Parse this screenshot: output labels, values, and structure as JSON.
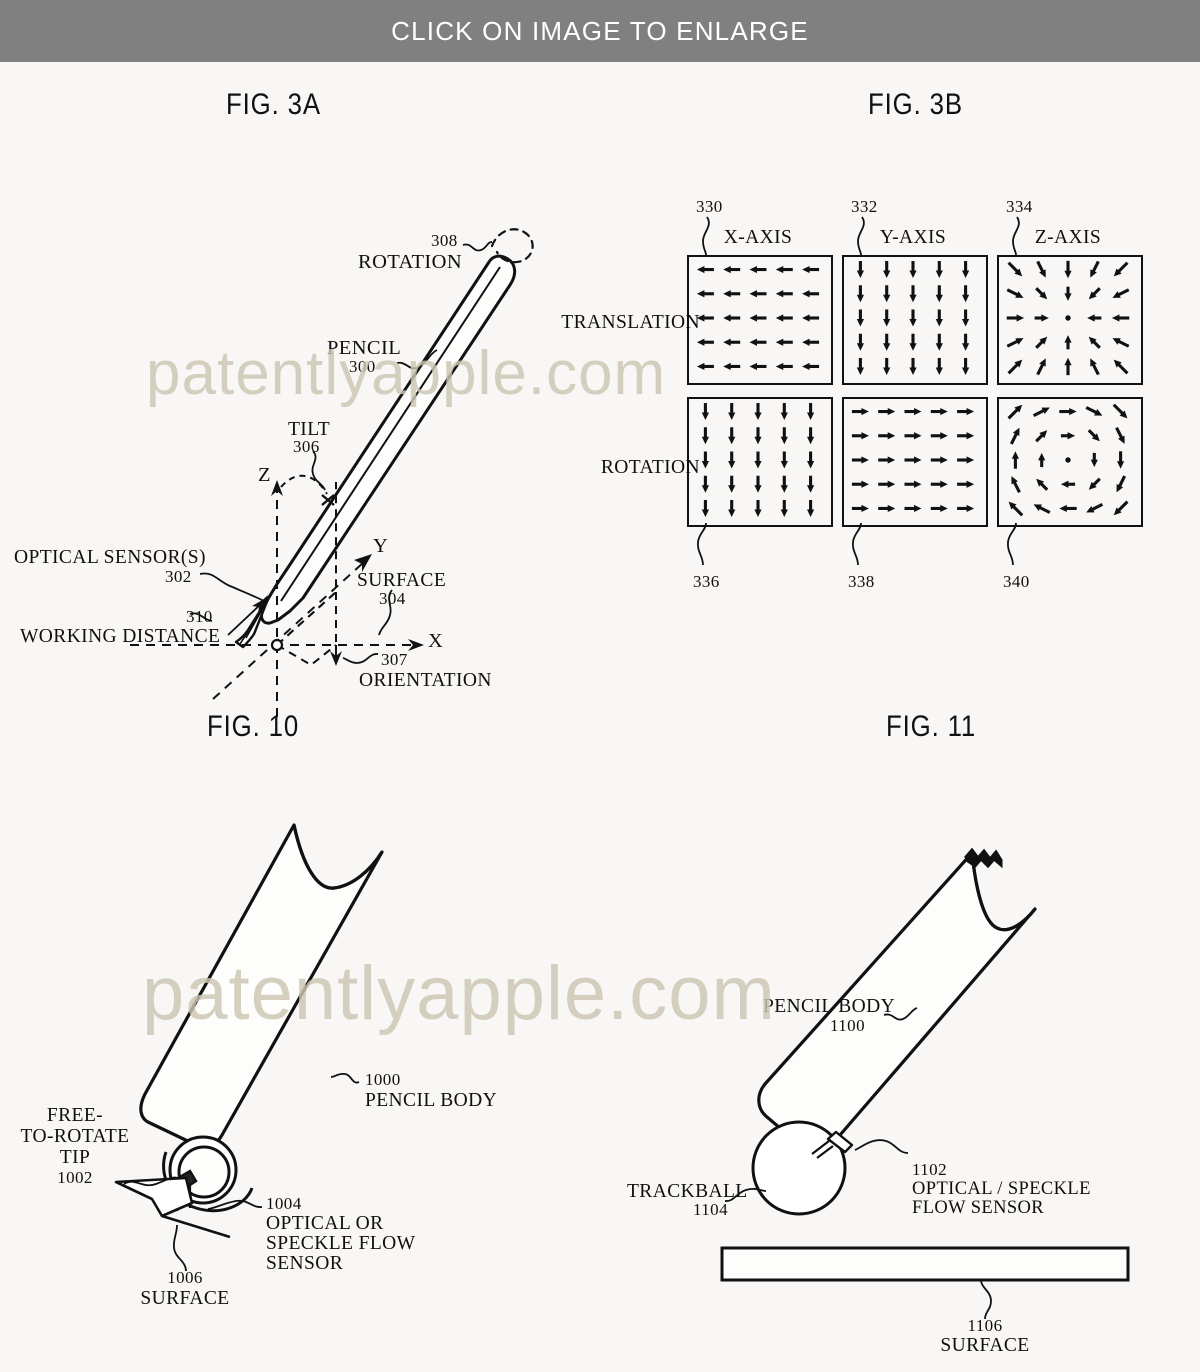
{
  "banner": {
    "text": "CLICK ON IMAGE TO ENLARGE"
  },
  "watermark": {
    "text": "patentlyapple.com",
    "color": "#cdc6b3"
  },
  "colors": {
    "banner_bg": "#808080",
    "sheet_bg": "#f8f7f5",
    "ink": "#111111"
  },
  "figures": [
    {
      "id": "fig-3a",
      "title": "FIG. 3A"
    },
    {
      "id": "fig-3b",
      "title": "FIG. 3B"
    },
    {
      "id": "fig-10",
      "title": "FIG. 10"
    },
    {
      "id": "fig-11",
      "title": "FIG. 11"
    }
  ],
  "fig3a": {
    "title": "FIG. 3A",
    "labels": {
      "rotation": "ROTATION",
      "rotation_num": "308",
      "pencil": "PENCIL",
      "pencil_num": "300",
      "tilt": "TILT",
      "tilt_num": "306",
      "optical_sensors": "OPTICAL SENSOR(S)",
      "optical_sensors_num": "302",
      "working_distance": "WORKING DISTANCE",
      "working_distance_num": "310",
      "surface": "SURFACE",
      "surface_num": "304",
      "orientation": "ORIENTATION",
      "orientation_num": "307",
      "axis_x": "X",
      "axis_y": "Y",
      "axis_z": "Z"
    }
  },
  "fig3b": {
    "title": "FIG. 3B",
    "row_labels": [
      "TRANSLATION",
      "ROTATION"
    ],
    "column_labels": [
      "X-AXIS",
      "Y-AXIS",
      "Z-AXIS"
    ],
    "top_numbers": [
      "330",
      "332",
      "334"
    ],
    "bottom_numbers": [
      "336",
      "338",
      "340"
    ],
    "panels": [
      {
        "num": "330",
        "row": "TRANSLATION",
        "axis": "X-AXIS",
        "field": "uniform-left"
      },
      {
        "num": "332",
        "row": "TRANSLATION",
        "axis": "Y-AXIS",
        "field": "uniform-down"
      },
      {
        "num": "334",
        "row": "TRANSLATION",
        "axis": "Z-AXIS",
        "field": "radial-inward"
      },
      {
        "num": "336",
        "row": "ROTATION",
        "axis": "X-AXIS",
        "field": "uniform-down"
      },
      {
        "num": "338",
        "row": "ROTATION",
        "axis": "Y-AXIS",
        "field": "uniform-right"
      },
      {
        "num": "340",
        "row": "ROTATION",
        "axis": "Z-AXIS",
        "field": "curl-clockwise"
      }
    ],
    "grid_size": 5
  },
  "fig10": {
    "title": "FIG. 10",
    "labels": {
      "pencil_body": "PENCIL BODY",
      "pencil_body_num": "1000",
      "free_to_rotate_tip_l1": "FREE-",
      "free_to_rotate_tip_l2": "TO-ROTATE",
      "free_to_rotate_tip_l3": "TIP",
      "free_to_rotate_tip_num": "1002",
      "sensor_l1": "OPTICAL OR",
      "sensor_l2": "SPECKLE FLOW",
      "sensor_l3": "SENSOR",
      "sensor_num": "1004",
      "surface": "SURFACE",
      "surface_num": "1006"
    }
  },
  "fig11": {
    "title": "FIG. 11",
    "labels": {
      "pencil_body": "PENCIL BODY",
      "pencil_body_num": "1100",
      "sensor_l1": "OPTICAL / SPECKLE",
      "sensor_l2": "FLOW SENSOR",
      "sensor_num": "1102",
      "trackball": "TRACKBALL",
      "trackball_num": "1104",
      "surface": "SURFACE",
      "surface_num": "1106"
    }
  }
}
